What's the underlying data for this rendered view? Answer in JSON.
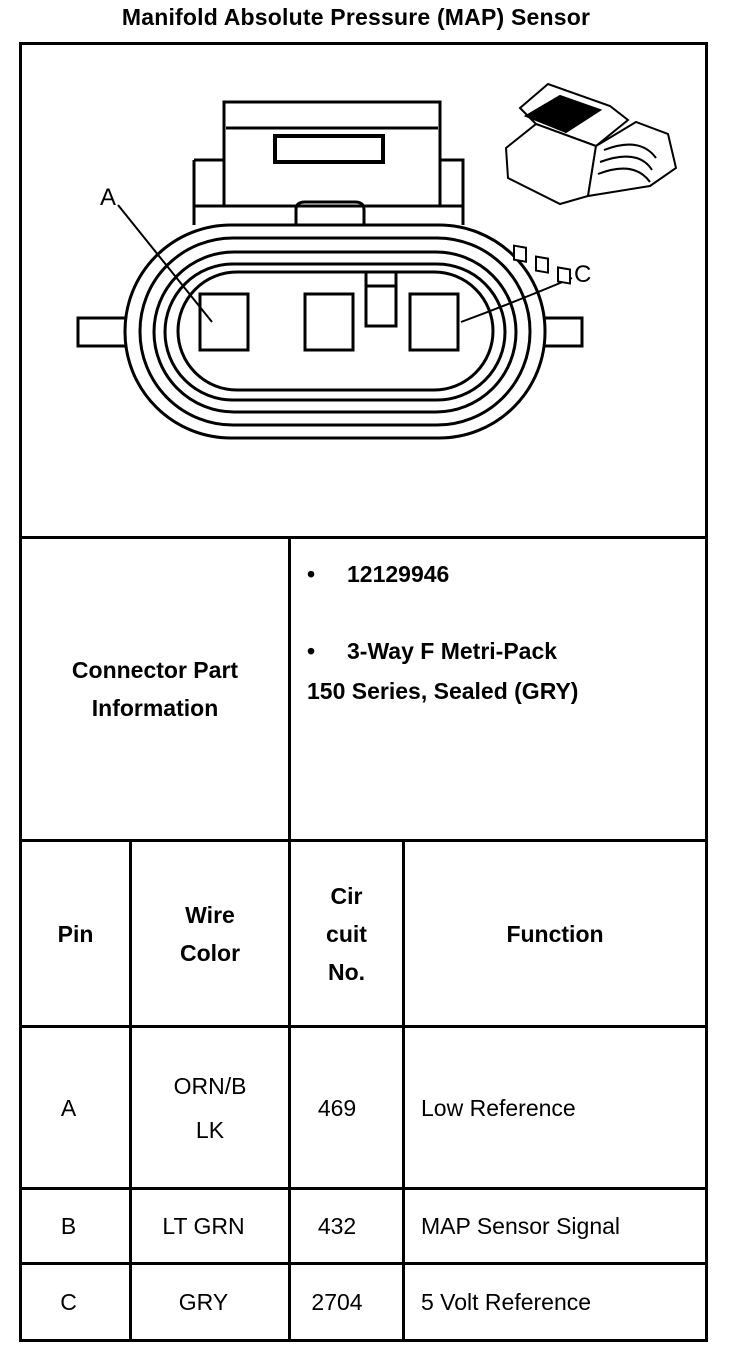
{
  "title": "Manifold Absolute Pressure (MAP) Sensor",
  "diagram": {
    "pin_labels": [
      "A",
      "C"
    ]
  },
  "part_info": {
    "label": "Connector Part Information",
    "bullet_char": "•",
    "items": [
      "12129946",
      "3-Way F Metri-Pack"
    ],
    "item2_cont": "150 Series, Sealed (GRY)"
  },
  "table": {
    "headers": {
      "pin": "Pin",
      "wire_color_l1": "Wire",
      "wire_color_l2": "Color",
      "circuit_l1": "Cir",
      "circuit_l2": "cuit",
      "circuit_l3": "No.",
      "function": "Function"
    },
    "rows": [
      {
        "pin": "A",
        "color_l1": "ORN/B",
        "color_l2": "LK",
        "circuit": "469",
        "function": "Low Reference"
      },
      {
        "pin": "B",
        "color_l1": "LT GRN",
        "color_l2": "",
        "circuit": "432",
        "function": "MAP Sensor Signal"
      },
      {
        "pin": "C",
        "color_l1": "GRY",
        "color_l2": "",
        "circuit": "2704",
        "function": "5 Volt Reference"
      }
    ]
  }
}
